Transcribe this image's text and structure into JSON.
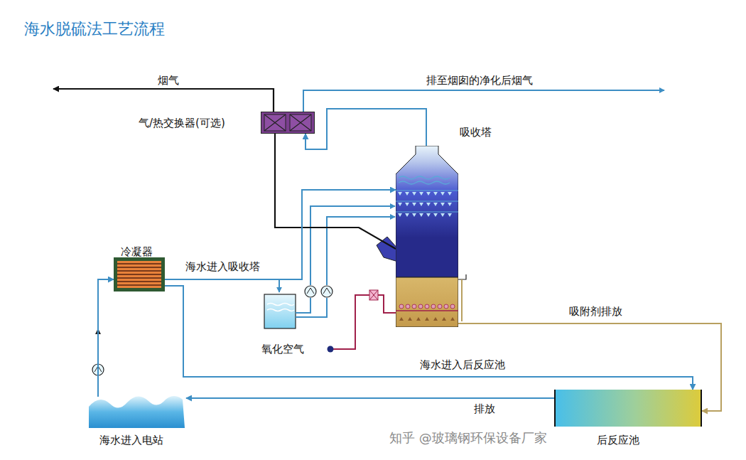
{
  "diagram": {
    "title": "海水脱硫法工艺流程",
    "nodes": [
      {
        "text": [
          "气/热交换器(可选)"
        ]
      },
      {
        "text": [
          "吸收塔"
        ]
      },
      {
        "text": [
          "冷凝器"
        ]
      },
      {
        "text": [
          "海水进入电站"
        ]
      },
      {
        "text": [
          "后反应池"
        ]
      }
    ],
    "edges": [
      {
        "from": 0,
        "to": 1,
        "arrow": "none"
      },
      {
        "from": 1,
        "to": 0,
        "arrow": "to"
      },
      {
        "from": 3,
        "to": 2,
        "arrow": "to"
      },
      {
        "from": 2,
        "to": 1,
        "label": "海水进入吸收塔",
        "arrow": "to"
      },
      {
        "from": 2,
        "to": 4,
        "label": "海水进入后反应池",
        "arrow": "to"
      },
      {
        "from": 1,
        "to": 4,
        "label": "吸附剂排放",
        "arrow": "to"
      },
      {
        "from": 4,
        "to": 3,
        "label": "排放",
        "arrow": "to"
      }
    ],
    "labels": [
      "烟气",
      "排至烟囱的净化后烟气",
      "氧化空气",
      "知乎 @玻璃钢环保设备厂家"
    ]
  }
}
